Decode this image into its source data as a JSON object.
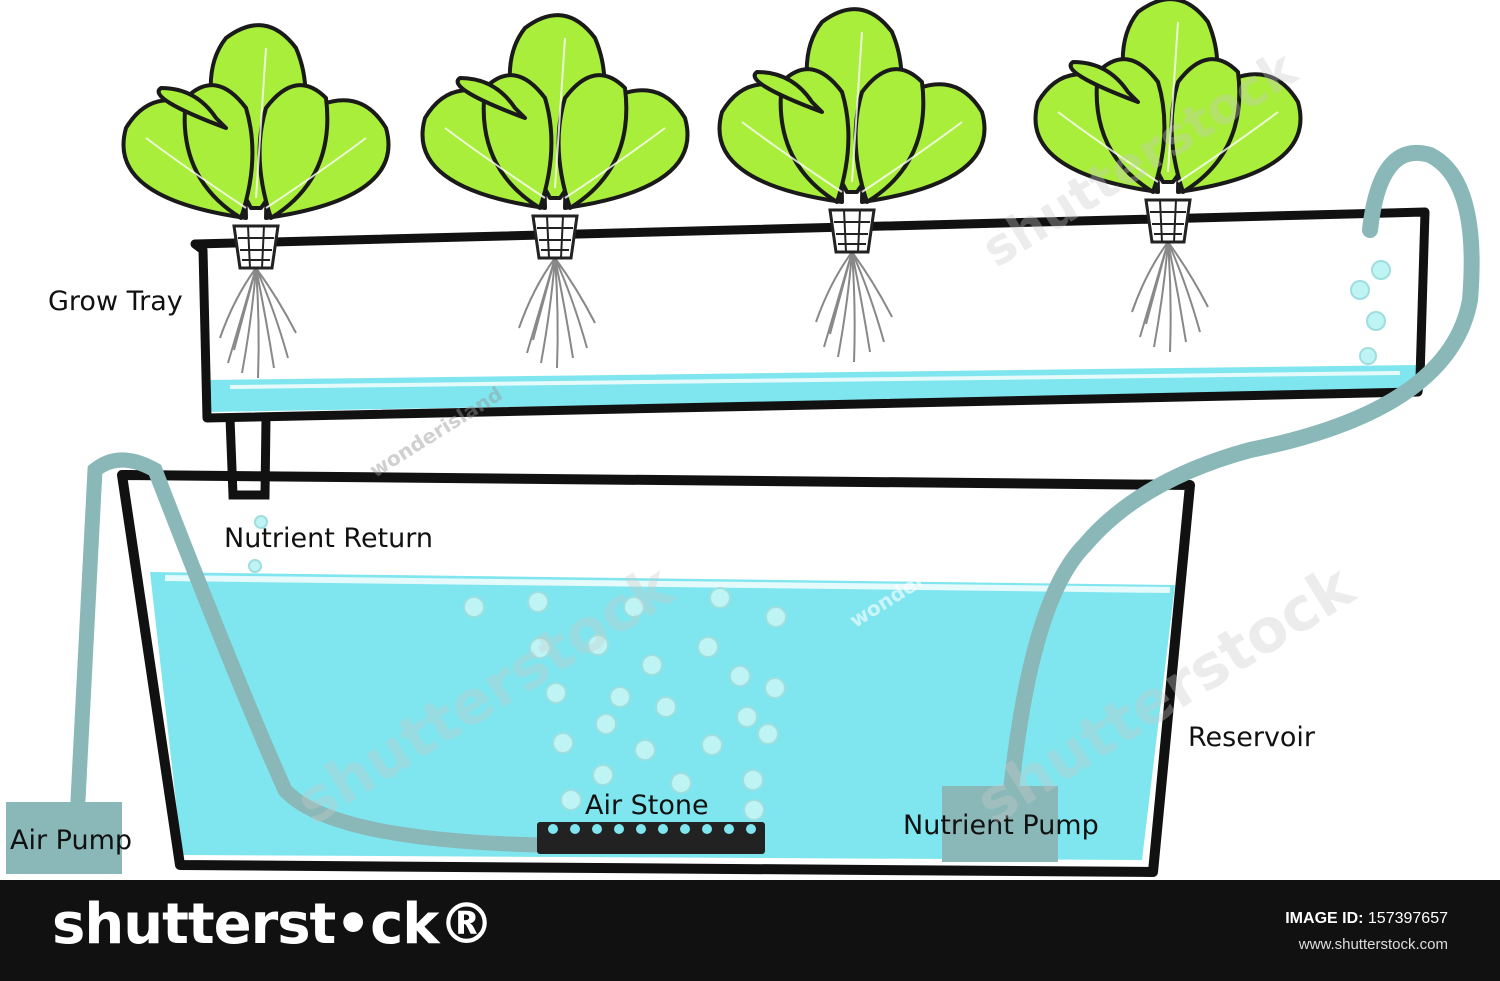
{
  "labels": {
    "grow_tray": "Grow Tray",
    "nutrient_return": "Nutrient Return",
    "reservoir": "Reservoir",
    "air_stone": "Air Stone",
    "nutrient_pump": "Nutrient Pump",
    "air_pump": "Air Pump"
  },
  "watermark": {
    "brand": "shutterstock",
    "contributor": "wonderisland"
  },
  "footer": {
    "brand": "shutterst•ck®",
    "image_id_label": "IMAGE ID:",
    "image_id": "157397657",
    "site": "www.shutterstock.com"
  },
  "colors": {
    "water": "#7fe6ef",
    "tube": "#8ab8b8",
    "leaf": "#a8ee3a",
    "leaf_halo": "#c8f56a",
    "outline": "#111111",
    "root": "#888888"
  }
}
